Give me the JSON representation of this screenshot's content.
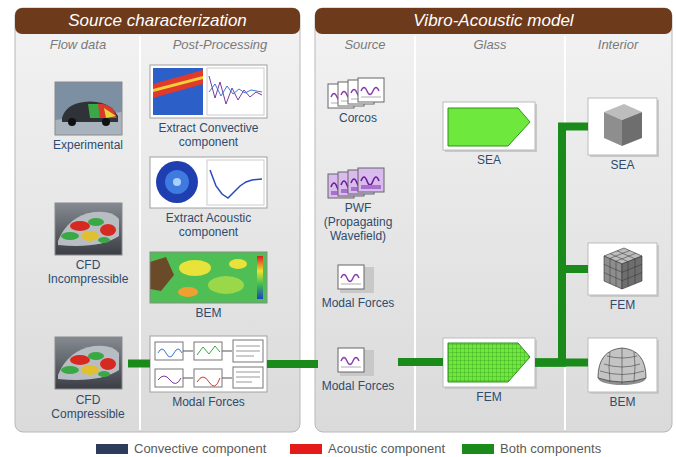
{
  "diagram": {
    "nodes": [
      {
        "text": [
          "Source characterization"
        ]
      },
      {
        "text": [
          "Experimental"
        ],
        "in": 0
      },
      {
        "text": [
          "Extract Convective component"
        ],
        "in": 0
      },
      {
        "text": [
          "Extract Acoustic component"
        ],
        "in": 0
      },
      {
        "text": [
          "CFD Incompressible"
        ],
        "in": 0
      },
      {
        "text": [
          "BEM"
        ],
        "in": 0
      },
      {
        "text": [
          "CFD Compressible"
        ],
        "in": 0
      },
      {
        "text": [
          "Modal Forces"
        ],
        "in": 0
      },
      {
        "text": [
          "Vibro-Acoustic model"
        ]
      },
      {
        "text": [
          "Corcos"
        ],
        "in": 8
      },
      {
        "text": [
          "SEA"
        ],
        "in": 8
      },
      {
        "text": [
          "SEA"
        ],
        "in": 8
      },
      {
        "text": [
          "PWF (Propagating Wavefield)"
        ],
        "in": 8
      },
      {
        "text": [
          "FEM"
        ],
        "in": 8
      },
      {
        "text": [
          "Modal Forces"
        ],
        "in": 8
      },
      {
        "text": [
          "Modal Forces"
        ],
        "in": 8
      },
      {
        "text": [
          "FEM"
        ],
        "in": 8
      },
      {
        "text": [
          "BEM"
        ],
        "in": 8
      }
    ],
    "edges": [
      {
        "from": 6,
        "to": 7,
        "arrow": "none"
      },
      {
        "from": 7,
        "to": 15,
        "arrow": "none"
      },
      {
        "from": 15,
        "to": 16,
        "arrow": "none"
      },
      {
        "from": 16,
        "to": 11,
        "arrow": "none"
      },
      {
        "from": 16,
        "to": 13,
        "arrow": "none"
      },
      {
        "from": 16,
        "to": 17,
        "arrow": "none"
      }
    ],
    "labels": [
      "Flow data",
      "Post-Processing",
      "Source",
      "Glass",
      "Interior"
    ],
    "legend": [
      {
        "text": "Convective component",
        "color": "#2e3c5c"
      },
      {
        "text": "Acoustic component",
        "color": "#e31b1b"
      },
      {
        "text": "Both components",
        "color": "#1a8a1a"
      }
    ]
  }
}
